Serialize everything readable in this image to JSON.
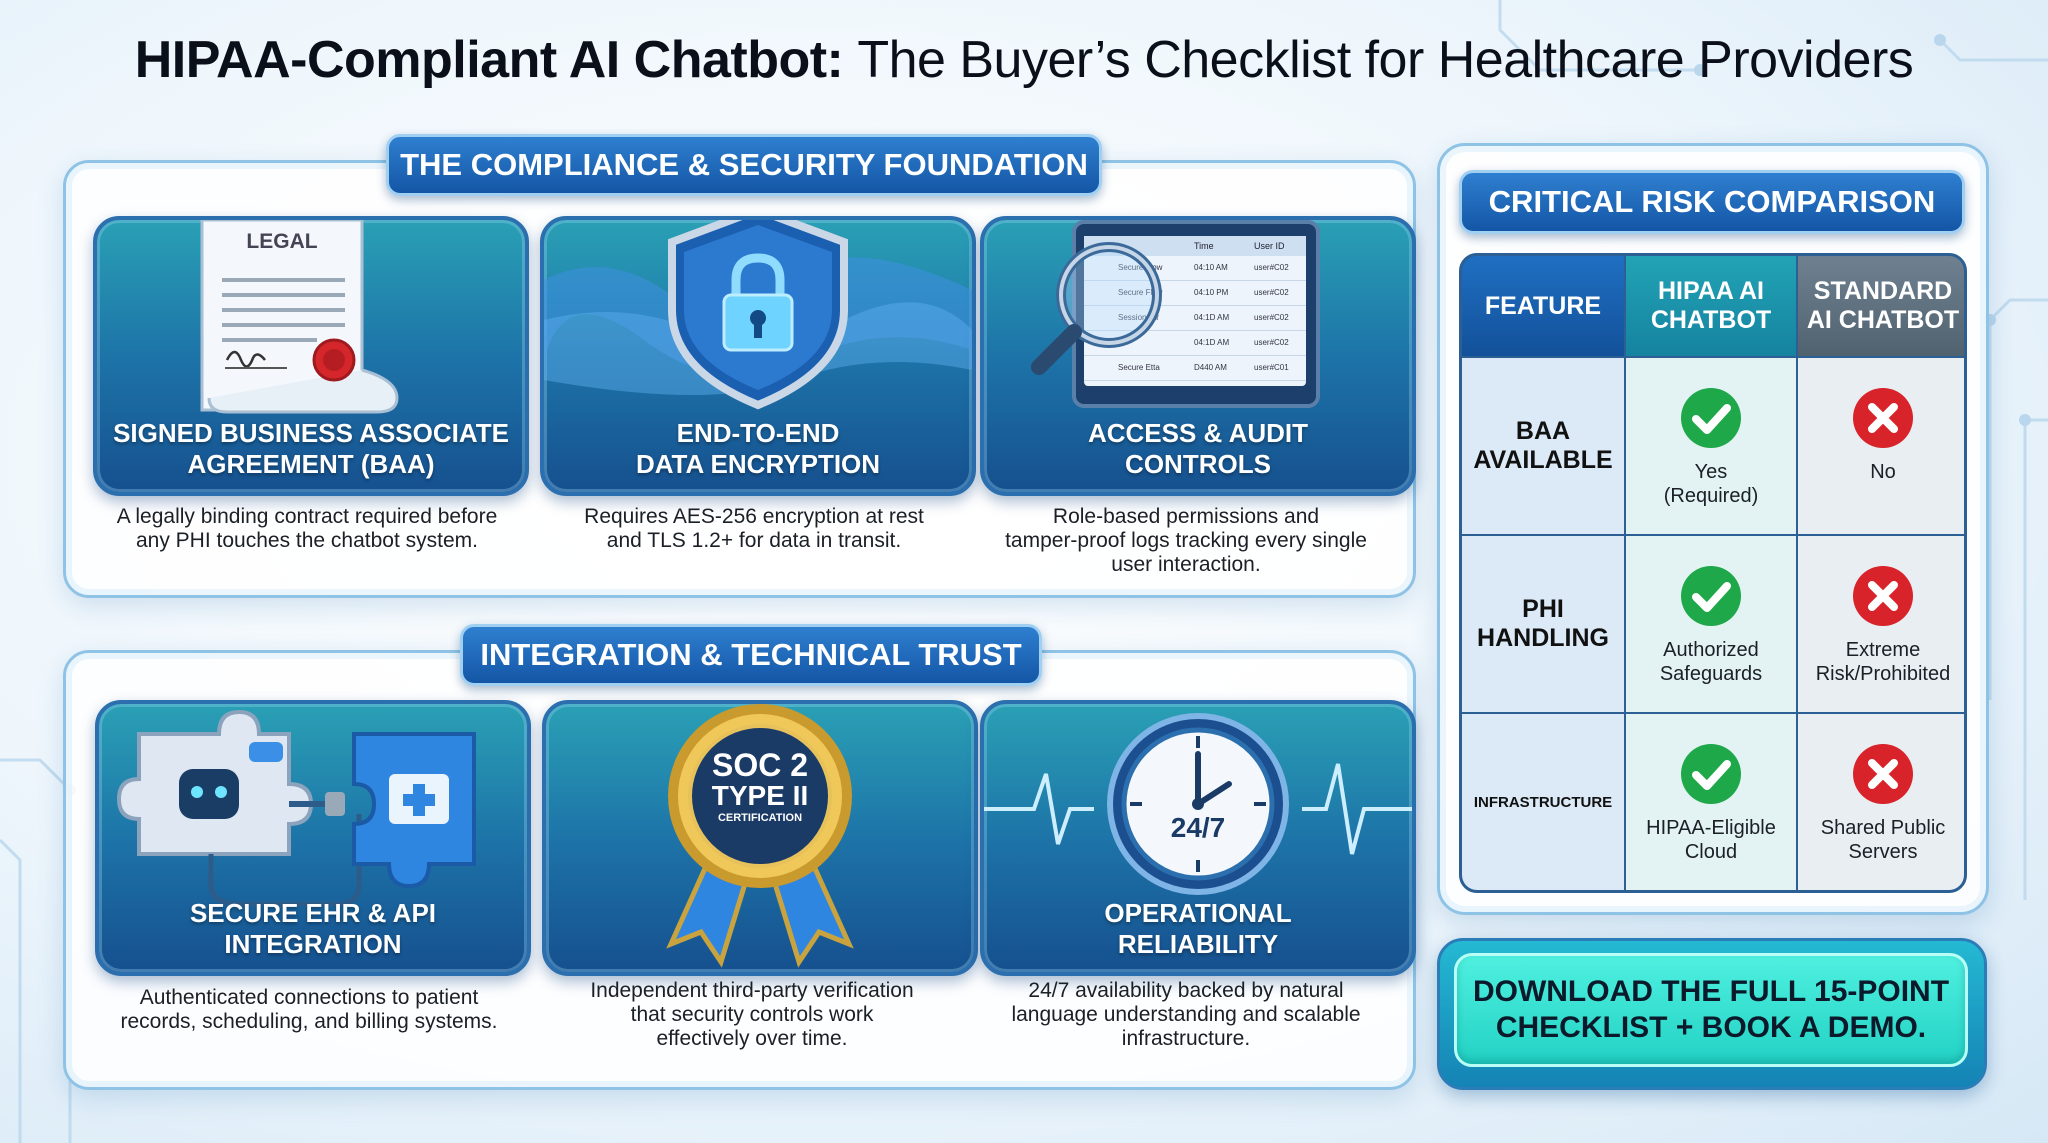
{
  "title": {
    "bold": "HIPAA-Compliant AI Chatbot:",
    "rest": "The Buyer’s Checklist for Healthcare Providers"
  },
  "section1": {
    "label": "THE COMPLIANCE & SECURITY FOUNDATION",
    "cards": [
      {
        "title_line1": "SIGNED BUSINESS ASSOCIATE",
        "title_line2": "AGREEMENT (BAA)",
        "icon": "legal-document-icon",
        "doc_label": "LEGAL",
        "desc_line1": "A legally binding contract required before",
        "desc_line2": "any PHI touches the chatbot system."
      },
      {
        "title_line1": "END-TO-END",
        "title_line2": "DATA ENCRYPTION",
        "icon": "shield-lock-icon",
        "desc_line1": "Requires AES-256 encryption at rest",
        "desc_line2": "and TLS 1.2+ for data in transit."
      },
      {
        "title_line1": "ACCESS & AUDIT",
        "title_line2": "CONTROLS",
        "icon": "audit-log-icon",
        "log_headers": [
          "Time",
          "User ID"
        ],
        "log_rows": [
          {
            "name": "Secure Flow",
            "time": "04:10 AM",
            "user": "user#C02"
          },
          {
            "name": "Secure Flow",
            "time": "04:10 PM",
            "user": "user#C02"
          },
          {
            "name": "Session Str",
            "time": "04:1D AM",
            "user": "user#C02"
          },
          {
            "name": "",
            "time": "04:1D AM",
            "user": "user#C02"
          },
          {
            "name": "Secure Etta",
            "time": "D440 AM",
            "user": "user#C01"
          }
        ],
        "desc_line1": "Role-based permissions and",
        "desc_line2": "tamper-proof logs tracking every single",
        "desc_line3": "user interaction."
      }
    ]
  },
  "section2": {
    "label": "INTEGRATION & TECHNICAL TRUST",
    "cards": [
      {
        "title_line1": "SECURE EHR & API",
        "title_line2": "INTEGRATION",
        "icon": "puzzle-integration-icon",
        "desc_line1": "Authenticated connections to patient",
        "desc_line2": "records, scheduling, and billing systems."
      },
      {
        "title_line1": "",
        "title_line2": "",
        "icon": "soc2-badge-icon",
        "badge_line1": "SOC 2",
        "badge_line2": "TYPE II",
        "badge_line3": "CERTIFICATION",
        "desc_line1": "Independent third-party verification",
        "desc_line2": "that security controls work",
        "desc_line3": "effectively over time."
      },
      {
        "title_line1": "OPERATIONAL",
        "title_line2": "RELIABILITY",
        "icon": "clock-heartbeat-icon",
        "clock_label": "24/7",
        "desc_line1": "24/7 availability backed by natural",
        "desc_line2": "language understanding and scalable",
        "desc_line3": "infrastructure."
      }
    ]
  },
  "risk": {
    "label": "CRITICAL RISK COMPARISON",
    "headers": {
      "feature": "FEATURE",
      "hipaa_line1": "HIPAA AI",
      "hipaa_line2": "CHATBOT",
      "standard_line1": "STANDARD",
      "standard_line2": "AI CHATBOT"
    },
    "rows": [
      {
        "feature_line1": "BAA",
        "feature_line2": "AVAILABLE",
        "hipaa_line1": "Yes",
        "hipaa_line2": "(Required)",
        "standard_line1": "No",
        "standard_line2": ""
      },
      {
        "feature_line1": "PHI",
        "feature_line2": "HANDLING",
        "hipaa_line1": "Authorized",
        "hipaa_line2": "Safeguards",
        "standard_line1": "Extreme",
        "standard_line2": "Risk/Prohibited"
      },
      {
        "feature_line1": "INFRASTRUCTURE",
        "feature_line2": "",
        "hipaa_line1": "HIPAA-Eligible",
        "hipaa_line2": "Cloud",
        "standard_line1": "Shared Public",
        "standard_line2": "Servers"
      }
    ],
    "colors": {
      "check": "#1fa84a",
      "cross": "#d8232a"
    }
  },
  "cta": {
    "line1": "DOWNLOAD THE FULL 15-POINT",
    "line2": "CHECKLIST + BOOK A DEMO."
  }
}
